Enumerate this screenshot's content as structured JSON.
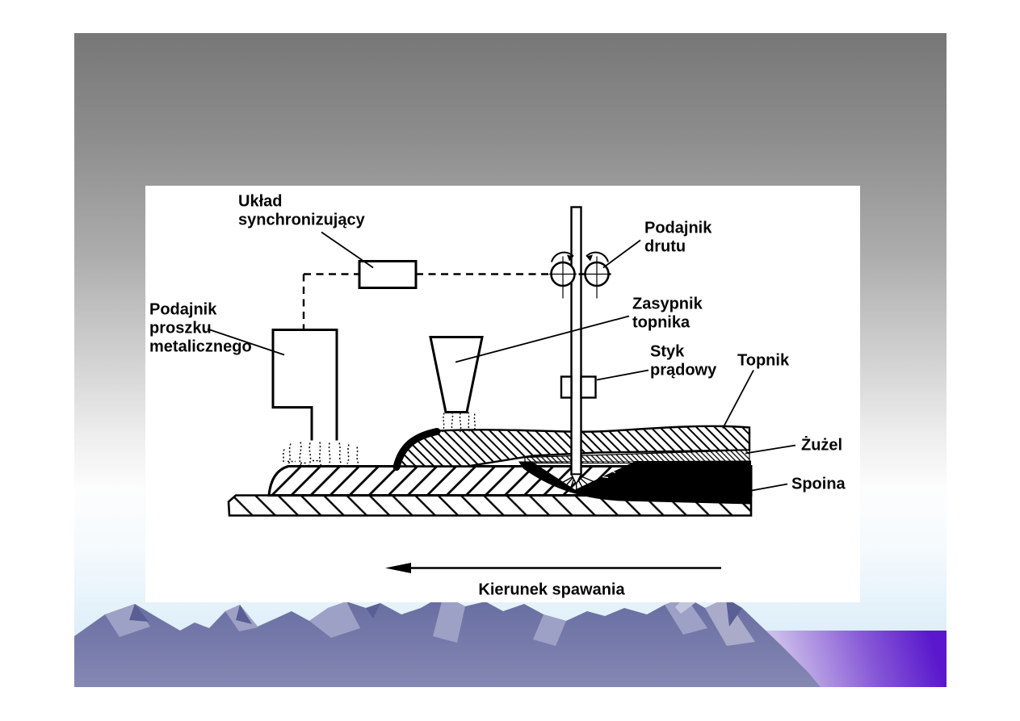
{
  "slide": {
    "type": "presentation-slide",
    "diagram": {
      "subject": "submerged arc welding process schematic",
      "labels": {
        "uklad_synchronizujacy": {
          "l1": "Układ",
          "l2": "synchronizujący"
        },
        "podajnik_proszku": {
          "l1": "Podajnik",
          "l2": "proszku",
          "l3": "metalicznego"
        },
        "podajnik_drutu": {
          "l1": "Podajnik",
          "l2": "drutu"
        },
        "zasypnik_topnika": {
          "l1": "Zasypnik",
          "l2": "topnika"
        },
        "styk_pradowy": {
          "l1": "Styk",
          "l2": "prądowy"
        },
        "topnik": "Topnik",
        "zuzel": "Żużel",
        "spoina": "Spoina",
        "kierunek_spawania": "Kierunek spawania"
      }
    },
    "colors": {
      "ink": "#060606",
      "top_gray": "#777777",
      "sky_blue": "#d8ecf8",
      "mountain_dark": "#6e73a6",
      "mountain_light": "#9da1c6",
      "accent_purple": "#5a17cd"
    }
  }
}
